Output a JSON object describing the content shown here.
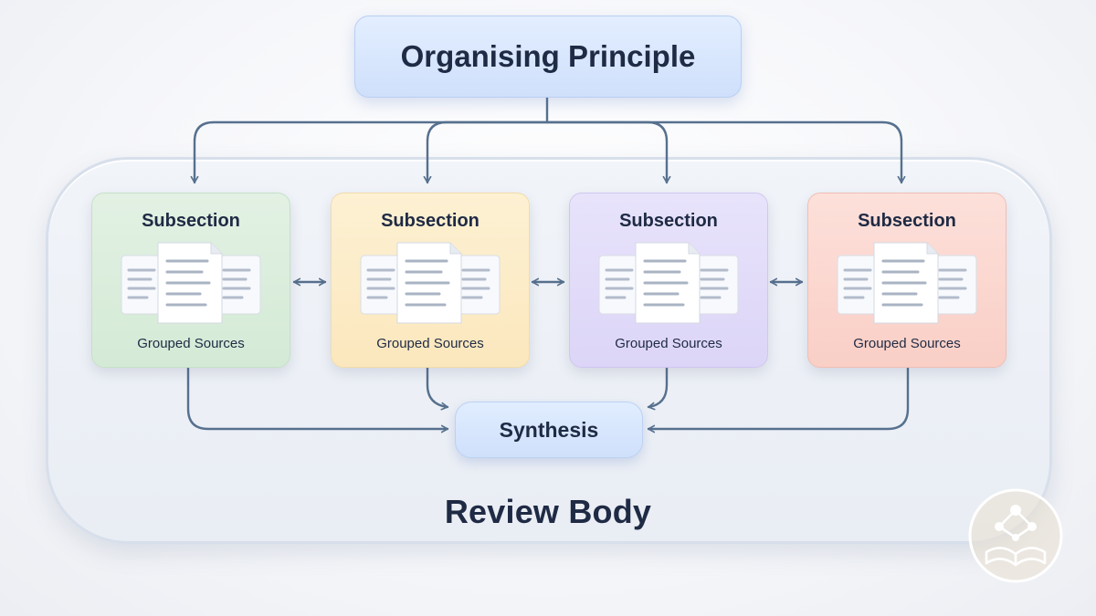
{
  "diagram": {
    "principle": "Organising Principle",
    "subsections": [
      {
        "title": "Subsection",
        "caption": "Grouped Sources"
      },
      {
        "title": "Subsection",
        "caption": "Grouped Sources"
      },
      {
        "title": "Subsection",
        "caption": "Grouped Sources"
      },
      {
        "title": "Subsection",
        "caption": "Grouped Sources"
      }
    ],
    "synthesis": "Synthesis",
    "review_body": "Review Body"
  },
  "colors": {
    "connector": "#56708e",
    "text": "#1f2a44",
    "subsection_fills": [
      "#d9ecdb",
      "#fcebc6",
      "#e1dbf9",
      "#fbd6ce"
    ]
  },
  "icons": [
    "document-stack-icon",
    "bidirectional-arrow-icon",
    "open-book-network-logo"
  ]
}
